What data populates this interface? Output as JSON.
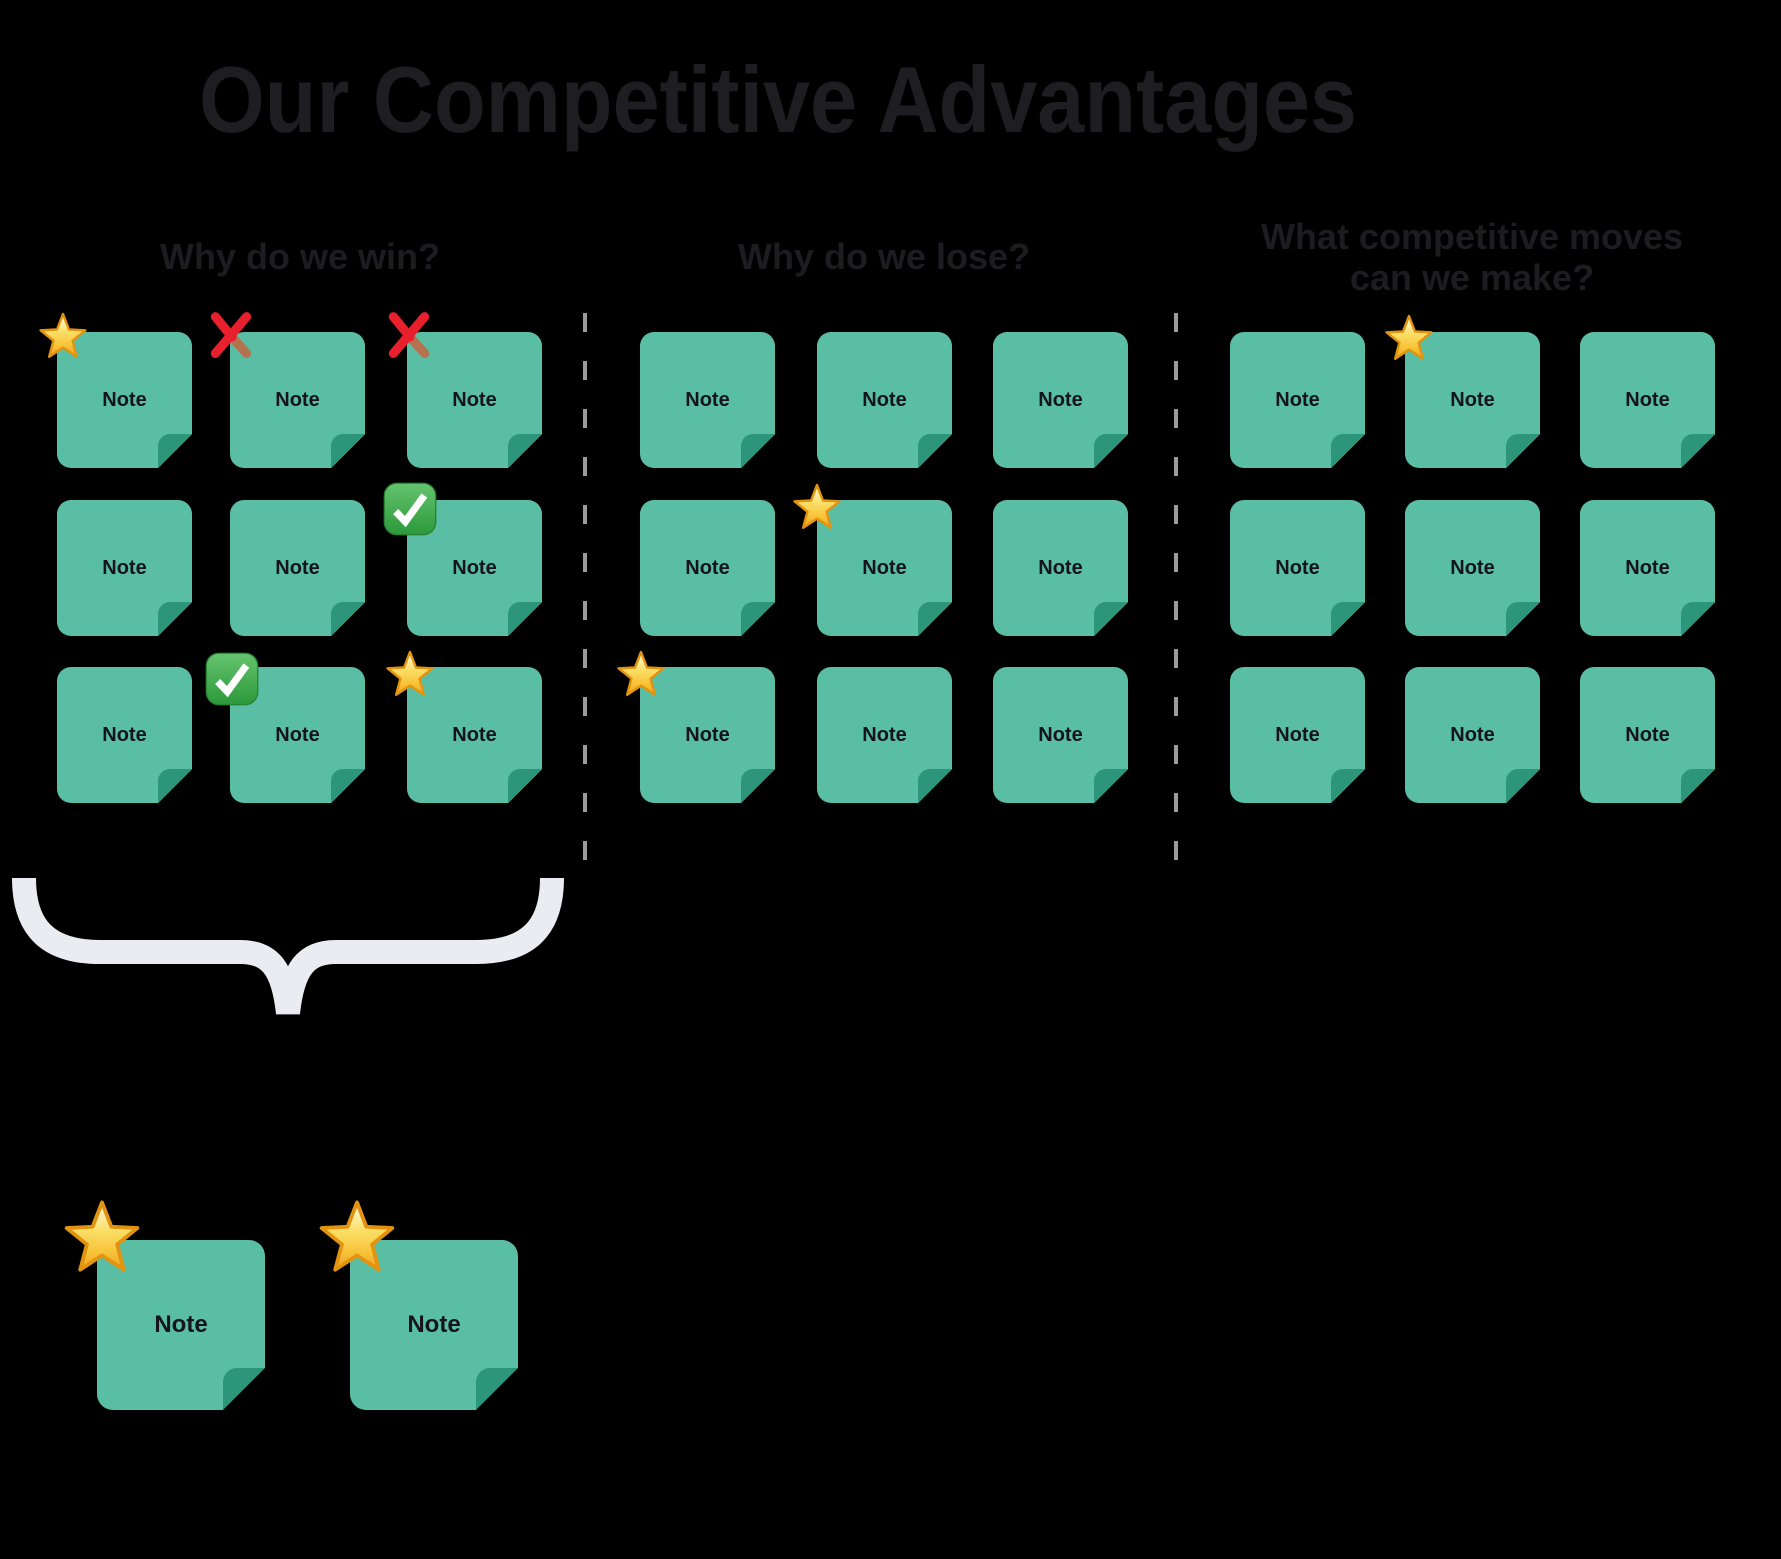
{
  "title": "Our Competitive Advantages",
  "labels": {
    "note": "Note"
  },
  "columns": [
    {
      "heading": "Why do we win?",
      "notes": [
        {
          "row": 1,
          "col": 1,
          "badge": "star"
        },
        {
          "row": 1,
          "col": 2,
          "badge": "cross"
        },
        {
          "row": 1,
          "col": 3,
          "badge": "cross"
        },
        {
          "row": 2,
          "col": 1,
          "badge": null
        },
        {
          "row": 2,
          "col": 2,
          "badge": null
        },
        {
          "row": 2,
          "col": 3,
          "badge": "check"
        },
        {
          "row": 3,
          "col": 1,
          "badge": null
        },
        {
          "row": 3,
          "col": 2,
          "badge": "check"
        },
        {
          "row": 3,
          "col": 3,
          "badge": "star"
        }
      ]
    },
    {
      "heading": "Why do we lose?",
      "notes": [
        {
          "row": 1,
          "col": 1,
          "badge": null
        },
        {
          "row": 1,
          "col": 2,
          "badge": null
        },
        {
          "row": 1,
          "col": 3,
          "badge": null
        },
        {
          "row": 2,
          "col": 1,
          "badge": null
        },
        {
          "row": 2,
          "col": 2,
          "badge": "star"
        },
        {
          "row": 2,
          "col": 3,
          "badge": null
        },
        {
          "row": 3,
          "col": 1,
          "badge": "star"
        },
        {
          "row": 3,
          "col": 2,
          "badge": null
        },
        {
          "row": 3,
          "col": 3,
          "badge": null
        }
      ]
    },
    {
      "heading": "What competitive moves can we make?",
      "heading_lines": [
        "What competitive moves",
        "can we make?"
      ],
      "notes": [
        {
          "row": 1,
          "col": 1,
          "badge": null
        },
        {
          "row": 1,
          "col": 2,
          "badge": "star"
        },
        {
          "row": 1,
          "col": 3,
          "badge": null
        },
        {
          "row": 2,
          "col": 1,
          "badge": null
        },
        {
          "row": 2,
          "col": 2,
          "badge": null
        },
        {
          "row": 2,
          "col": 3,
          "badge": null
        },
        {
          "row": 3,
          "col": 1,
          "badge": null
        },
        {
          "row": 3,
          "col": 2,
          "badge": null
        },
        {
          "row": 3,
          "col": 3,
          "badge": null
        }
      ]
    }
  ],
  "starred_group": {
    "notes": [
      {
        "badge": "star"
      },
      {
        "badge": "star"
      }
    ]
  },
  "icons": {
    "star": "star-marker",
    "cross": "cross-marker",
    "check": "check-marker",
    "brace": "curly-brace"
  },
  "colors": {
    "background": "#000000",
    "note": "#59BEA3",
    "note_fold": "#2D9579",
    "note_text": "#14141A",
    "heading_text": "#1C1C21",
    "divider": "#9B9B9B",
    "brace": "#EAECF1",
    "star": "#F8C237",
    "cross": "#E8202D",
    "check": "#2D9A3C"
  }
}
